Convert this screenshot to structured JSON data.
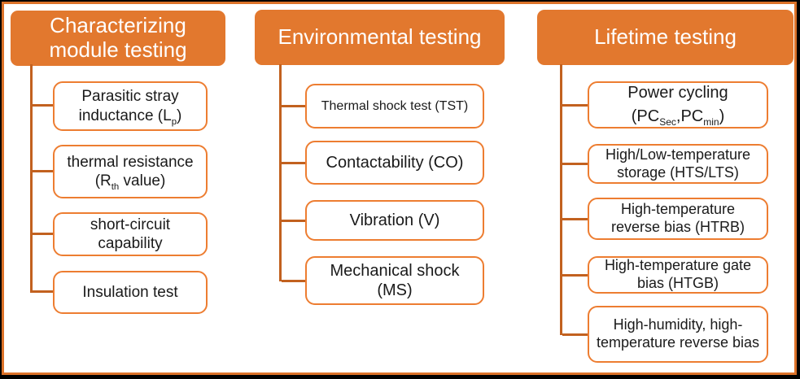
{
  "colors": {
    "header_fill": "#E2782E",
    "header_text": "#FFFFFF",
    "item_border": "#ED7D31",
    "item_text": "#1A1A1A",
    "connector": "#C2611F",
    "frame_border": "#DC7229",
    "outer_border": "#000000",
    "background": "#FFFFFF"
  },
  "columns": [
    {
      "title": "Characterizing module testing",
      "items": [
        {
          "line1": "Parasitic stray",
          "line2_pre": "inductance (L",
          "line2_sub": "p",
          "line2_post": ")"
        },
        {
          "line1": "thermal resistance",
          "line2_pre": "(R",
          "line2_sub": "th",
          "line2_post": " value)"
        },
        {
          "line1": "short-circuit",
          "line2": "capability"
        },
        {
          "line1": "Insulation test"
        }
      ]
    },
    {
      "title": "Environmental testing",
      "items": [
        {
          "line1": "Thermal shock test (TST)"
        },
        {
          "line1": "Contactability (CO)"
        },
        {
          "line1": "Vibration (V)"
        },
        {
          "line1": "Mechanical shock",
          "line2": "(MS)"
        }
      ]
    },
    {
      "title": "Lifetime testing",
      "items": [
        {
          "line1": "Power cycling",
          "line2_pre": "(PC",
          "line2_sub1": "Sec",
          "line2_mid": ",PC",
          "line2_sub2": "min",
          "line2_post": ")"
        },
        {
          "line1": "High/Low-temperature",
          "line2": "storage (HTS/LTS)"
        },
        {
          "line1": "High-temperature",
          "line2": "reverse bias (HTRB)"
        },
        {
          "line1": "High-temperature gate",
          "line2": "bias (HTGB)"
        },
        {
          "line1": "High-humidity, high-",
          "line2": "temperature reverse bias"
        }
      ]
    }
  ]
}
